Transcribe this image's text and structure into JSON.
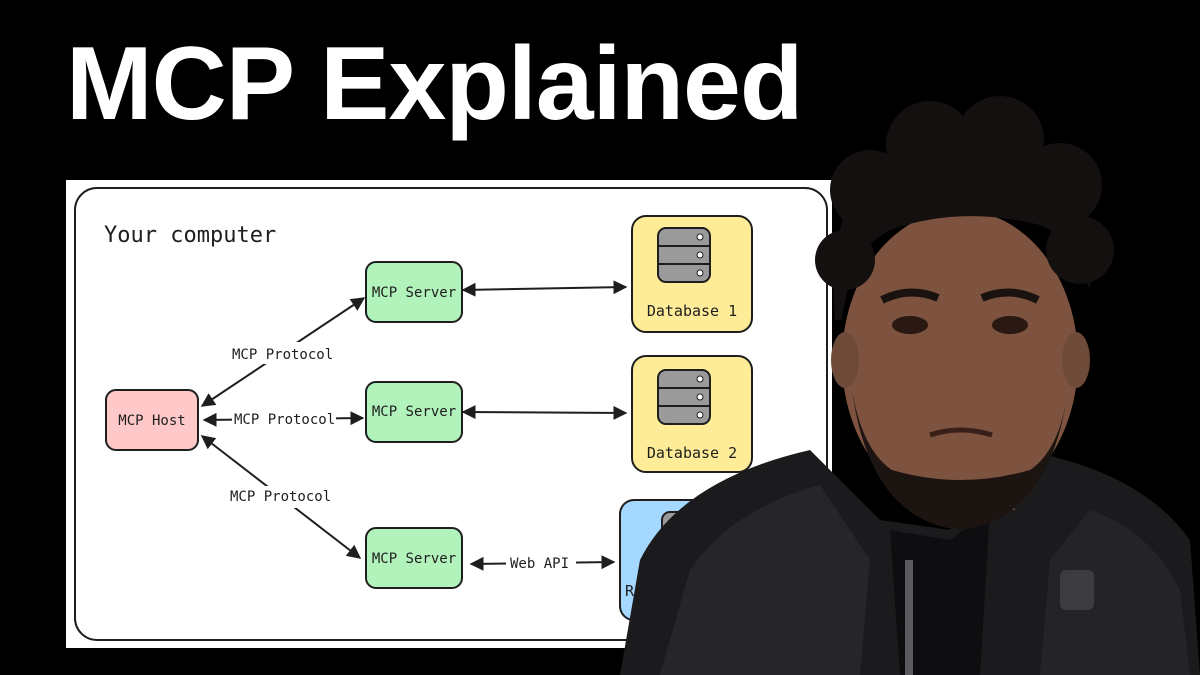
{
  "title": "MCP Explained",
  "diagram": {
    "region_label": "Your computer",
    "host_label": "MCP Host",
    "server_label": "MCP Server",
    "protocol_label": "MCP Protocol",
    "db1_label": "Database 1",
    "db2_label": "Database 2",
    "remote_label": "Rem",
    "webapi_label": "Web API"
  },
  "colors": {
    "background": "#000000",
    "host_fill": "#ffc9c9",
    "server_fill": "#b2f2bb",
    "database_fill": "#ffec99",
    "remote_fill": "#a5d8ff",
    "stroke": "#1e1e1e"
  }
}
